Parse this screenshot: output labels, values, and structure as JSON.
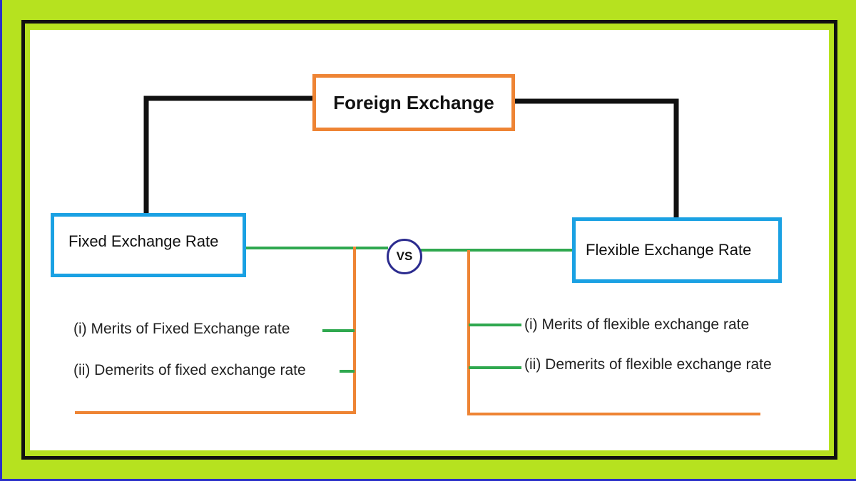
{
  "diagram": {
    "root": "Foreign Exchange",
    "left": {
      "title": "Fixed Exchange Rate",
      "items": [
        "(i) Merits of Fixed Exchange rate",
        "(ii) Demerits of fixed exchange rate"
      ]
    },
    "right": {
      "title": "Flexible Exchange Rate",
      "items": [
        "(i) Merits of flexible exchange rate",
        "(ii) Demerits of flexible exchange rate"
      ]
    },
    "vs_label": "VS"
  },
  "colors": {
    "background": "#b6e21f",
    "frame": "#111111",
    "root_border": "#ee8434",
    "branch_border": "#1aa1e3",
    "connector_black": "#111111",
    "connector_green": "#2fa84f",
    "connector_orange": "#ee8434",
    "vs_circle": "#2c2c8f"
  }
}
